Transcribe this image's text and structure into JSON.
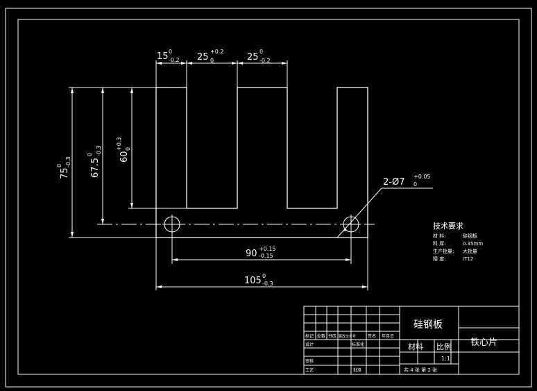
{
  "drawing": {
    "dims": {
      "d15": {
        "base": "15",
        "sup": "0",
        "sub": "-0.2"
      },
      "d25a": {
        "base": "25",
        "sup": "+0.2",
        "sub": "0"
      },
      "d25b": {
        "base": "25",
        "sup": "0",
        "sub": "-0.2"
      },
      "d75": {
        "base": "75",
        "sup": "0",
        "sub": "-0.3"
      },
      "d675": {
        "base": "67.5",
        "sup": "0",
        "sub": "-0.3"
      },
      "d60": {
        "base": "60",
        "sup": "+0.3",
        "sub": "0"
      },
      "hole": {
        "base": "2-Ø7",
        "sup": "+0.05",
        "sub": "0"
      },
      "d90": {
        "base": "90",
        "sup": "+0.15",
        "sub": "-0.15"
      },
      "d105": {
        "base": "105",
        "sup": "0",
        "sub": "-0.3"
      }
    },
    "tech": {
      "title": "技术要求",
      "rows": [
        {
          "label": "材    料:",
          "value": "硅钢板"
        },
        {
          "label": "料    厚:",
          "value": "0.35mm"
        },
        {
          "label": "生产批量:",
          "value": "大批量"
        },
        {
          "label": "精    度:",
          "value": "IT12"
        }
      ]
    },
    "title_block": {
      "material_name": "硅钢板",
      "part_name": "铁心片",
      "material_header": "材料",
      "scale_header": "比例",
      "scale_value": "1:1",
      "sheets": "共 4 张  第 2 张",
      "rev_headers": [
        "标记",
        "处数",
        "分区",
        "更改文件号",
        "签名",
        "年月日"
      ],
      "design": "设计",
      "standardize": "标准化",
      "review": "审核",
      "process": "工艺",
      "approve": "批准"
    }
  }
}
